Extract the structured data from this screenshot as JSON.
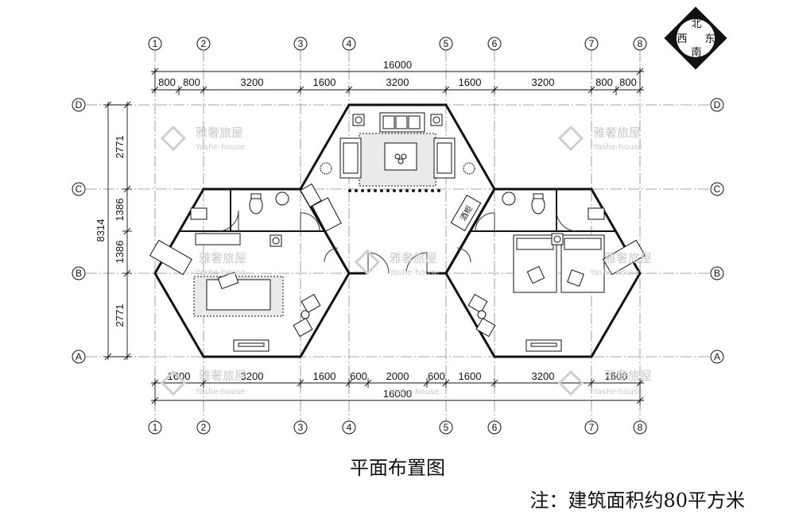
{
  "title": "平面布置图",
  "note": "注：建筑面积约80平方米",
  "compass": {
    "north": "北",
    "south": "南",
    "east": "东",
    "west": "西"
  },
  "watermark": {
    "brand": "雅奢旅屋",
    "sub": "Yashe-house"
  },
  "axes": {
    "columns": [
      "1",
      "2",
      "3",
      "4",
      "5",
      "6",
      "7",
      "8"
    ],
    "rows": [
      "D",
      "C",
      "B",
      "A"
    ]
  },
  "dimensions": {
    "top_total": "16000",
    "top": [
      "800",
      "800",
      "3200",
      "1600",
      "3200",
      "1600",
      "3200",
      "800",
      "800"
    ],
    "bottom": [
      "1600",
      "3200",
      "1600",
      "600",
      "2000",
      "600",
      "1600",
      "3200",
      "1600"
    ],
    "bottom_total": "16000",
    "left_total": "8314",
    "left": [
      "2771",
      "1386",
      "1386",
      "2771"
    ]
  },
  "labels": {
    "wine_cabinet": "酒柜"
  }
}
